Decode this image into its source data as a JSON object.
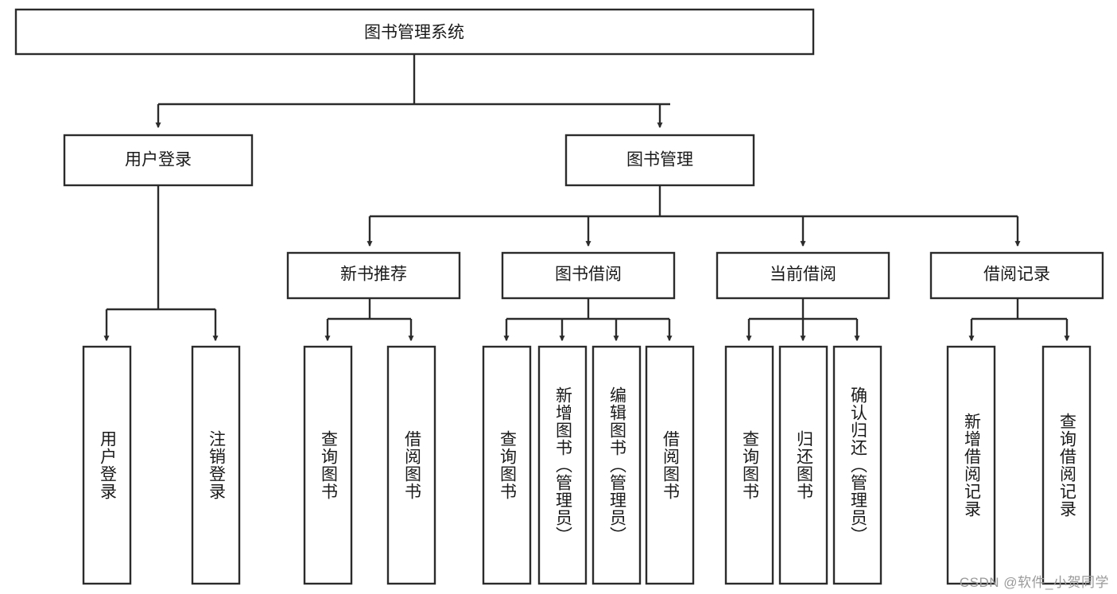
{
  "diagram": {
    "title": "图书管理系统",
    "type": "tree-hierarchy",
    "root": {
      "id": "root",
      "label": "图书管理系统",
      "orientation": "horizontal"
    },
    "level2": [
      {
        "id": "user-login",
        "label": "用户登录",
        "orientation": "horizontal"
      },
      {
        "id": "book-manage",
        "label": "图书管理",
        "orientation": "horizontal"
      }
    ],
    "level3": [
      {
        "id": "new-book-rec",
        "label": "新书推荐",
        "orientation": "horizontal",
        "parent": "book-manage"
      },
      {
        "id": "book-borrow",
        "label": "图书借阅",
        "orientation": "horizontal",
        "parent": "book-manage"
      },
      {
        "id": "current-borrow",
        "label": "当前借阅",
        "orientation": "horizontal",
        "parent": "book-manage"
      },
      {
        "id": "borrow-record",
        "label": "借阅记录",
        "orientation": "horizontal",
        "parent": "book-manage"
      }
    ],
    "leaves": [
      {
        "id": "leaf-user-login",
        "label": "用户登录",
        "parent": "user-login",
        "orientation": "vertical"
      },
      {
        "id": "leaf-logout",
        "label": "注销登录",
        "parent": "user-login",
        "orientation": "vertical"
      },
      {
        "id": "leaf-query-book-1",
        "label": "查询图书",
        "parent": "new-book-rec",
        "orientation": "vertical"
      },
      {
        "id": "leaf-borrow-book-1",
        "label": "借阅图书",
        "parent": "new-book-rec",
        "orientation": "vertical"
      },
      {
        "id": "leaf-query-book-2",
        "label": "查询图书",
        "parent": "book-borrow",
        "orientation": "vertical"
      },
      {
        "id": "leaf-add-book",
        "label": "新增图书（管理员）",
        "parent": "book-borrow",
        "orientation": "vertical"
      },
      {
        "id": "leaf-edit-book",
        "label": "编辑图书（管理员）",
        "parent": "book-borrow",
        "orientation": "vertical"
      },
      {
        "id": "leaf-borrow-book-2",
        "label": "借阅图书",
        "parent": "book-borrow",
        "orientation": "vertical"
      },
      {
        "id": "leaf-query-book-3",
        "label": "查询图书",
        "parent": "current-borrow",
        "orientation": "vertical"
      },
      {
        "id": "leaf-return-book",
        "label": "归还图书",
        "parent": "current-borrow",
        "orientation": "vertical"
      },
      {
        "id": "leaf-confirm-return",
        "label": "确认归还（管理员）",
        "parent": "current-borrow",
        "orientation": "vertical"
      },
      {
        "id": "leaf-add-record",
        "label": "新增借阅记录",
        "parent": "borrow-record",
        "orientation": "vertical"
      },
      {
        "id": "leaf-query-record",
        "label": "查询借阅记录",
        "parent": "borrow-record",
        "orientation": "vertical"
      }
    ],
    "colors": {
      "stroke": "#2b2b2b",
      "fill": "#ffffff",
      "text": "#1a1a1a",
      "watermark": "#9a9a9a"
    }
  },
  "watermark": {
    "text": "CSDN @软件_小贺同学"
  }
}
